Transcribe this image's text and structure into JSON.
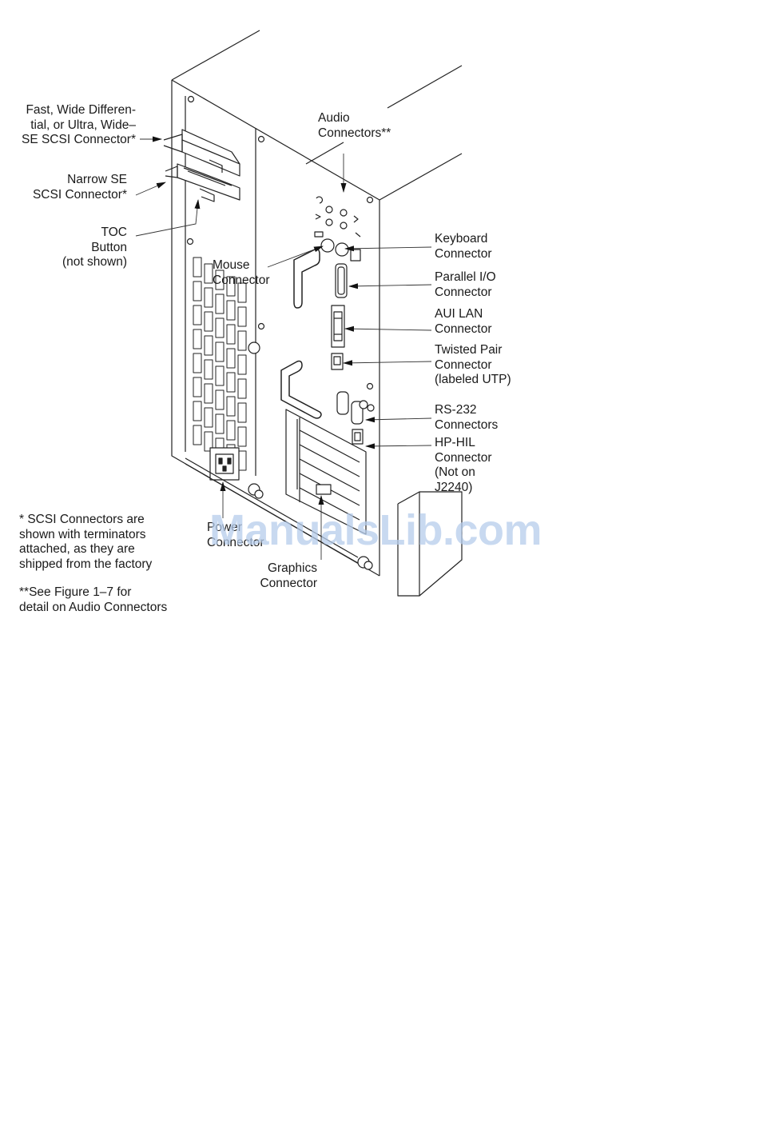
{
  "labels": {
    "scsi_fast_wide": "Fast, Wide Differen-\ntial, or Ultra, Wide–\nSE SCSI Connector*",
    "scsi_narrow": "Narrow SE\nSCSI Connector*",
    "toc_button": "TOC\nButton\n(not shown)",
    "audio": "Audio\nConnectors**",
    "mouse": "Mouse\nConnector",
    "keyboard": "Keyboard\nConnector",
    "parallel": "Parallel I/O\nConnector",
    "aui_lan": "AUI LAN\nConnector",
    "twisted_pair": "Twisted Pair\nConnector\n(labeled UTP)",
    "rs232": "RS-232\nConnectors",
    "hp_hil": "HP-HIL\nConnector\n(Not on\nJ2240)",
    "power": "Power\nConnector",
    "graphics": "Graphics\nConnector"
  },
  "notes": {
    "scsi_note": "* SCSI Connectors are\nshown with terminators\nattached, as they are\nshipped from the factory",
    "audio_note": "**See Figure 1–7 for\ndetail on Audio Connectors"
  },
  "watermark": "ManualsLib.com"
}
